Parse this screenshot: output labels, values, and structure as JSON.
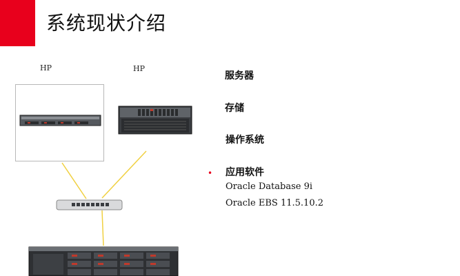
{
  "title": "系统现状介绍",
  "server_labels": [
    "HP",
    "HP"
  ],
  "items": [
    {
      "label": "服务器",
      "bullet": false
    },
    {
      "label": "存储",
      "bullet": false
    },
    {
      "label": "操作系统",
      "bullet": false
    },
    {
      "label": "应用软件",
      "bullet": true,
      "sub": [
        "Oracle Database 9i",
        "Oracle EBS 11.5.10.2"
      ]
    }
  ],
  "colors": {
    "accent": "#e8001c",
    "connector": "#f0d040"
  }
}
